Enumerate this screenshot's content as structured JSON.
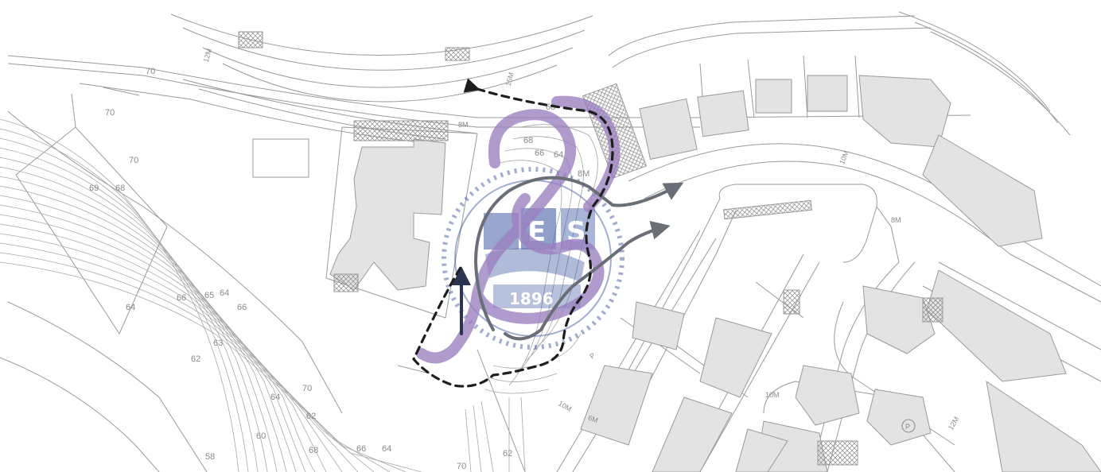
{
  "map": {
    "colors": {
      "paper": "#ffffff",
      "linework": "#9a9a9a",
      "contour": "#a8a8a8",
      "building_fill": "#e3e3e3",
      "purple_path": "#9b7fc0",
      "arrow_gray": "#6a6e76",
      "arrow_dashed": "#1e1e1e",
      "watermark_blue": "#2d4a9a"
    },
    "watermark": {
      "letters": [
        "E",
        "S"
      ],
      "year": "1896"
    },
    "labels": [
      {
        "id": "lbl-1",
        "text": "70"
      },
      {
        "id": "lbl-2",
        "text": "70"
      },
      {
        "id": "lbl-3",
        "text": "70"
      },
      {
        "id": "lbl-4",
        "text": "70"
      },
      {
        "id": "lbl-5",
        "text": "69"
      },
      {
        "id": "lbl-6",
        "text": "68"
      },
      {
        "id": "lbl-7",
        "text": "66"
      },
      {
        "id": "lbl-8",
        "text": "64"
      },
      {
        "id": "lbl-9",
        "text": "65"
      },
      {
        "id": "lbl-10",
        "text": "64"
      },
      {
        "id": "lbl-11",
        "text": "62"
      },
      {
        "id": "lbl-12",
        "text": "63"
      },
      {
        "id": "lbl-13",
        "text": "66"
      },
      {
        "id": "lbl-14",
        "text": "64"
      },
      {
        "id": "lbl-15",
        "text": "62"
      },
      {
        "id": "lbl-16",
        "text": "60"
      },
      {
        "id": "lbl-17",
        "text": "58"
      },
      {
        "id": "lbl-18",
        "text": "68"
      },
      {
        "id": "lbl-19",
        "text": "66"
      },
      {
        "id": "lbl-20",
        "text": "64"
      },
      {
        "id": "lbl-21",
        "text": "62"
      },
      {
        "id": "lbl-22",
        "text": "70"
      },
      {
        "id": "lbl-23",
        "text": "68"
      },
      {
        "id": "lbl-24",
        "text": "68"
      },
      {
        "id": "lbl-25",
        "text": "66"
      },
      {
        "id": "lbl-26",
        "text": "64"
      },
      {
        "id": "lbl-27",
        "text": "8M"
      },
      {
        "id": "lbl-28",
        "text": "8M"
      },
      {
        "id": "lbl-29",
        "text": "8M"
      },
      {
        "id": "lbl-30",
        "text": "10M"
      },
      {
        "id": "lbl-31",
        "text": "10M"
      },
      {
        "id": "lbl-32",
        "text": "10M"
      },
      {
        "id": "lbl-33",
        "text": "12M"
      },
      {
        "id": "lbl-34",
        "text": "12M"
      },
      {
        "id": "lbl-35",
        "text": "15M"
      },
      {
        "id": "lbl-36",
        "text": "6M"
      },
      {
        "id": "lbl-37",
        "text": "P"
      }
    ]
  }
}
